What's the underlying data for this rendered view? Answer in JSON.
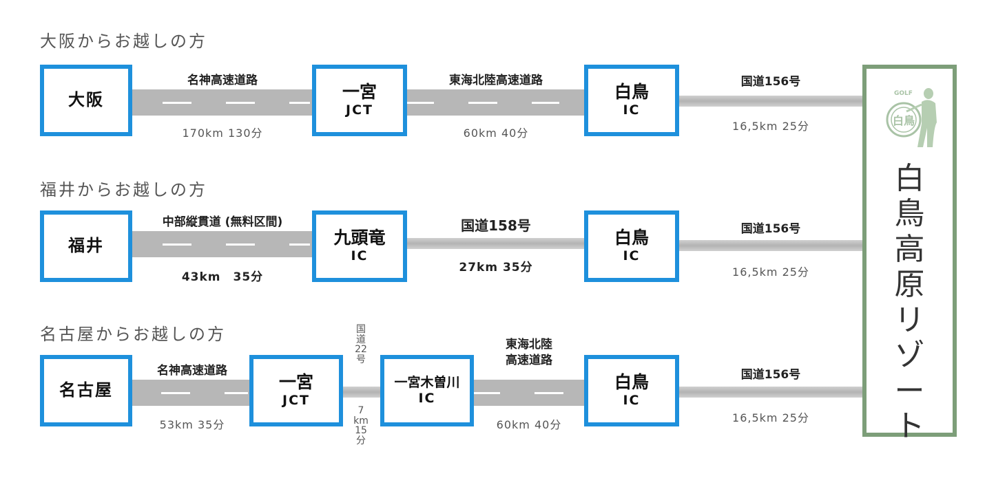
{
  "routes": [
    {
      "title": "大阪からお越しの方",
      "origin": "大阪",
      "seg1": {
        "name": "名神高速道路",
        "stats": "170km 130分"
      },
      "jct": {
        "name": "一宮",
        "sub": "JCT"
      },
      "seg2": {
        "name": "東海北陸高速道路",
        "stats": "60km 40分"
      },
      "ic": {
        "name": "白鳥",
        "sub": "IC"
      },
      "seg3": {
        "name": "国道156号",
        "stats": "16,5km 25分"
      }
    },
    {
      "title": "福井からお越しの方",
      "origin": "福井",
      "seg1": {
        "name": "中部縦貫道 (無料区間)",
        "stats": "43km　35分"
      },
      "jct": {
        "name": "九頭竜",
        "sub": "IC"
      },
      "seg2": {
        "name": "国道158号",
        "stats": "27km 35分"
      },
      "ic": {
        "name": "白鳥",
        "sub": "IC"
      },
      "seg3": {
        "name": "国道156号",
        "stats": "16,5km 25分"
      }
    },
    {
      "title": "名古屋からお越しの方",
      "origin": "名古屋",
      "seg1": {
        "name": "名神高速道路",
        "stats": "53km 35分"
      },
      "jct": {
        "name": "一宮",
        "sub": "JCT"
      },
      "link": {
        "name": [
          "国",
          "道",
          "22",
          "号"
        ],
        "stats": [
          "7",
          "km",
          "15",
          "分"
        ]
      },
      "node2": {
        "name": "一宮木曽川",
        "sub": "IC"
      },
      "seg2": {
        "name": [
          "東海北陸",
          "高速道路"
        ],
        "stats": "60km 40分"
      },
      "ic": {
        "name": "白鳥",
        "sub": "IC"
      },
      "seg3": {
        "name": "国道156号",
        "stats": "16,5km 25分"
      }
    }
  ],
  "destination": {
    "name": [
      "白",
      "鳥",
      "高",
      "原",
      "リ",
      "ゾ",
      "ー",
      "ト"
    ],
    "logo_text": "GOLF",
    "logo_mark": "白鳥"
  },
  "colors": {
    "node_border": "#1e90dc",
    "destination_border": "#7d9e79",
    "road": "#b7b7b7"
  },
  "icons": [
    "golfer-logo-icon"
  ]
}
